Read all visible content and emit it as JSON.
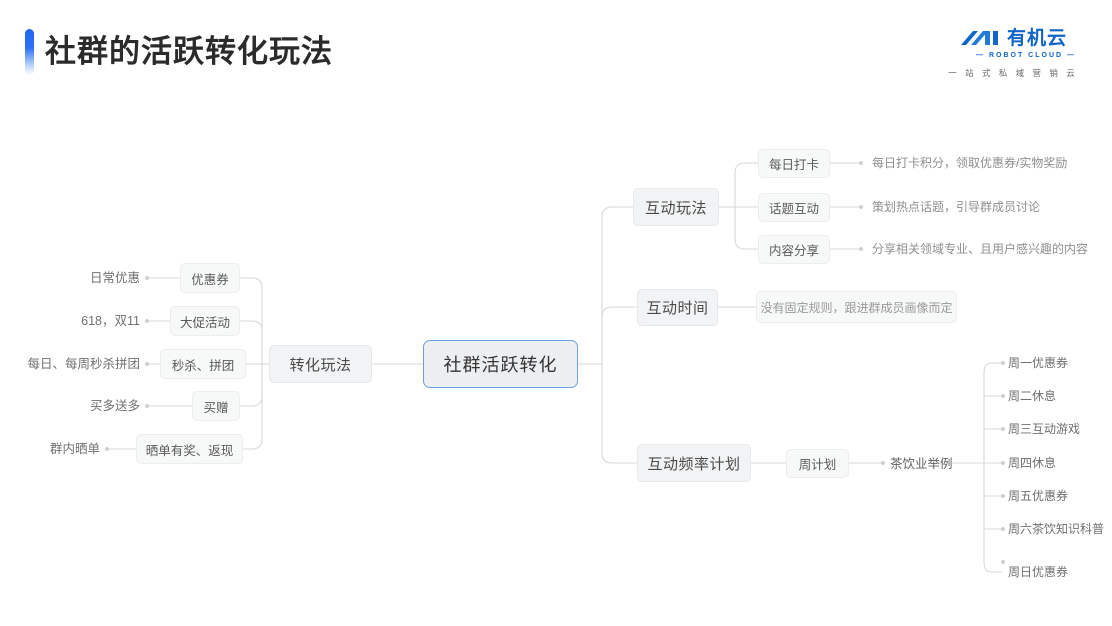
{
  "header": {
    "title": "社群的活跃转化玩法",
    "accent_color": "#1d64f0"
  },
  "logo": {
    "brand": "有机云",
    "sub": "— ROBOT CLOUD —",
    "tagline": "一 站 式 私 域 营 销 云",
    "color": "#1065c8"
  },
  "mindmap": {
    "root": {
      "label": "社群活跃转化"
    },
    "left": {
      "branch": {
        "label": "转化玩法"
      },
      "items": [
        {
          "node": "优惠券",
          "label": "日常优惠"
        },
        {
          "node": "大促活动",
          "label": "618，双11"
        },
        {
          "node": "秒杀、拼团",
          "label": "每日、每周秒杀拼团"
        },
        {
          "node": "买赠",
          "label": "买多送多"
        },
        {
          "node": "晒单有奖、返现",
          "label": "群内晒单"
        }
      ]
    },
    "right": {
      "branches": [
        {
          "label": "互动玩法",
          "children": [
            {
              "node": "每日打卡",
              "desc": "每日打卡积分，领取优惠券/实物奖励"
            },
            {
              "node": "话题互动",
              "desc": "策划热点话题，引导群成员讨论"
            },
            {
              "node": "内容分享",
              "desc": "分享相关领域专业、且用户感兴趣的内容"
            }
          ]
        },
        {
          "label": "互动时间",
          "note": "没有固定规则，跟进群成员画像而定"
        },
        {
          "label": "互动频率计划",
          "plan": "周计划",
          "example": "茶饮业举例",
          "week": [
            "周一优惠券",
            "周二休息",
            "周三互动游戏",
            "周四休息",
            "周五优惠券",
            "周六茶饮知识科普",
            "周日优惠券"
          ]
        }
      ]
    }
  }
}
